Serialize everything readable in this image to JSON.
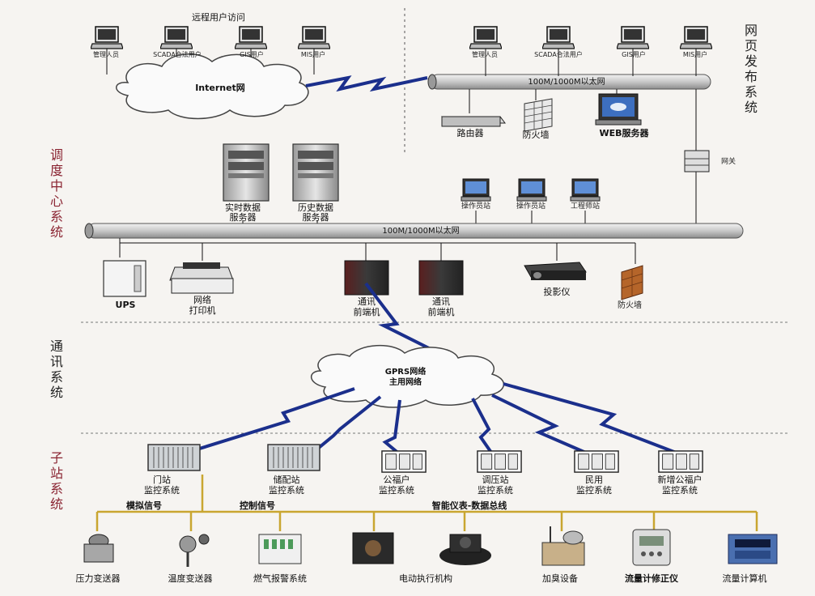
{
  "sections": {
    "web_publish": "网页发布系统",
    "dispatch_center": "调度中心系统",
    "communication": "通讯系统",
    "substation": "子站系统"
  },
  "remote": {
    "title": "远程用户访问",
    "cloud": "Internet网",
    "users": [
      "管理人员",
      "SCADA合法用户",
      "GIS用户",
      "MIS用户"
    ]
  },
  "web": {
    "users": [
      "管理人员",
      "SCADA合法用户",
      "GIS用户",
      "MIS用户"
    ],
    "bus_label": "100M/1000M以太网",
    "router": "路由器",
    "firewall": "防火墙",
    "web_server": "WEB服务器",
    "gateway": "网关"
  },
  "center": {
    "realtime_server": [
      "实时数据",
      "服务器"
    ],
    "history_server": [
      "历史数据",
      "服务器"
    ],
    "stations": [
      "操作员站",
      "操作员站",
      "工程师站"
    ],
    "bus_label": "100M/1000M以太网",
    "ups": "UPS",
    "printer": [
      "网络",
      "打印机"
    ],
    "fep1": [
      "通讯",
      "前端机"
    ],
    "fep2": [
      "通讯",
      "前端机"
    ],
    "projector": "投影仪",
    "firewall": "防火墙"
  },
  "gprs": {
    "line1": "GPRS网络",
    "line2": "主用网络"
  },
  "substations": [
    [
      "门站",
      "监控系统"
    ],
    [
      "储配站",
      "监控系统"
    ],
    [
      "公福户",
      "监控系统"
    ],
    [
      "调压站",
      "监控系统"
    ],
    [
      "民用",
      "监控系统"
    ],
    [
      "新增公福户",
      "监控系统"
    ]
  ],
  "signals": {
    "analog": "模拟信号",
    "control": "控制信号",
    "bus": "智能仪表-数据总线"
  },
  "devices": [
    "压力变送器",
    "温度变送器",
    "燃气报警系统",
    "电动执行机构",
    "加臭设备",
    "流量计修正仪",
    "流量计算机"
  ],
  "colors": {
    "pipe": "#d2d2d2",
    "bolt": "#1b2f8c",
    "field_bus": "#c9a630",
    "section_red": "#8a2432"
  }
}
